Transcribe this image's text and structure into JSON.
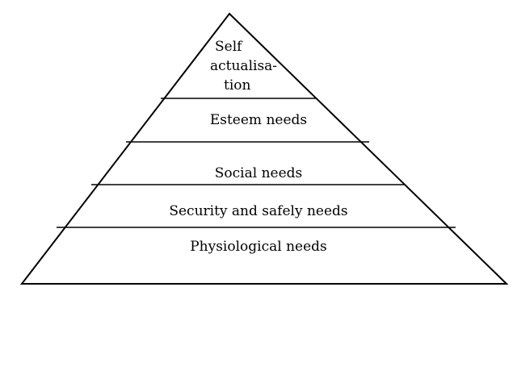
{
  "pyramid": {
    "levels": [
      {
        "lines": [
          "Self",
          "actualisa-",
          "tion"
        ]
      },
      {
        "label": "Esteem needs"
      },
      {
        "label": "Social needs"
      },
      {
        "label": "Security and safely needs"
      },
      {
        "label": "Physiological needs"
      }
    ],
    "stroke_color": "#000000",
    "text_color": "#000000",
    "background_color": "#ffffff"
  }
}
